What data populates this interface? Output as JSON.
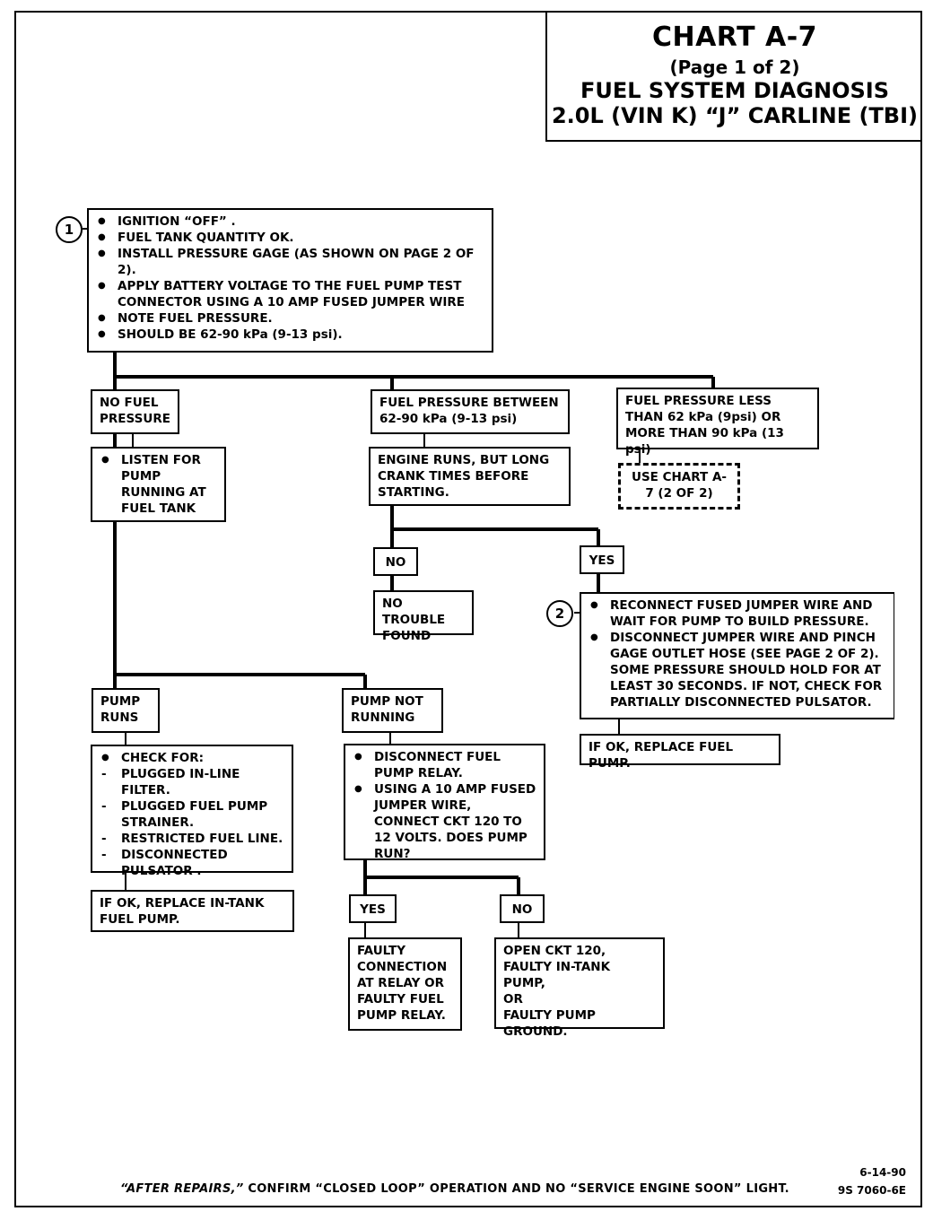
{
  "header": {
    "chart_id": "CHART A-7",
    "page": "(Page 1 of 2)",
    "title": "FUEL SYSTEM DIAGNOSIS",
    "subtitle": "2.0L  (VIN K)  “J”  CARLINE  (TBI)"
  },
  "step1": {
    "number": "1",
    "items": [
      "IGNITION “OFF” .",
      "FUEL TANK QUANTITY OK.",
      "INSTALL PRESSURE GAGE  (AS SHOWN ON PAGE 2 OF 2).",
      "APPLY BATTERY VOLTAGE TO THE FUEL PUMP TEST CONNECTOR USING A 10 AMP FUSED JUMPER WIRE",
      "NOTE FUEL PRESSURE.",
      "SHOULD BE 62-90 kPa (9-13 psi)."
    ]
  },
  "branch_no_pressure": {
    "label": "NO FUEL PRESSURE",
    "action": "LISTEN FOR PUMP RUNNING AT FUEL TANK",
    "pump_runs": {
      "label": "PUMP RUNS",
      "check_title": "CHECK FOR:",
      "checks": [
        "PLUGGED IN-LINE FILTER.",
        "PLUGGED FUEL PUMP STRAINER.",
        "RESTRICTED FUEL LINE.",
        "DISCONNECTED PULSATOR ."
      ],
      "result": "IF OK, REPLACE IN-TANK FUEL PUMP."
    },
    "pump_not_running": {
      "label": "PUMP NOT RUNNING",
      "items": [
        "DISCONNECT FUEL PUMP RELAY.",
        "USING A 10 AMP FUSED JUMPER WIRE, CONNECT CKT 120 TO 12 VOLTS. DOES PUMP RUN?"
      ],
      "yes_label": "YES",
      "no_label": "NO",
      "yes_result": "FAULTY CONNECTION AT RELAY OR FAULTY FUEL PUMP RELAY.",
      "no_result_1": "OPEN CKT 120, FAULTY IN-TANK PUMP,",
      "no_result_2": "OR",
      "no_result_3": "FAULTY PUMP GROUND."
    }
  },
  "branch_normal": {
    "label": "FUEL PRESSURE BETWEEN 62-90 kPa (9-13 psi)",
    "question": "ENGINE RUNS, BUT LONG CRANK TIMES BEFORE STARTING.",
    "no_label": "NO",
    "yes_label": "YES",
    "no_result": "NO TROUBLE FOUND",
    "step2": {
      "number": "2",
      "items": [
        "RECONNECT FUSED JUMPER WIRE AND WAIT FOR PUMP TO BUILD PRESSURE.",
        "DISCONNECT JUMPER WIRE AND PINCH GAGE OUTLET HOSE (SEE PAGE 2 OF 2). SOME PRESSURE SHOULD HOLD FOR AT LEAST 30 SECONDS.  IF NOT, CHECK FOR PARTIALLY DISCONNECTED PULSATOR."
      ],
      "result": "IF OK, REPLACE FUEL PUMP."
    }
  },
  "branch_abnormal": {
    "label": "FUEL PRESSURE LESS THAN 62 kPa (9psi) OR MORE THAN 90 kPa (13 psi)",
    "action": "USE CHART A-7 (2 OF 2)"
  },
  "footer": {
    "after_repairs": "“AFTER REPAIRS,”",
    "text": " CONFIRM “CLOSED LOOP” OPERATION AND NO “SERVICE ENGINE SOON” LIGHT.",
    "date": "6-14-90",
    "code": "9S 7060-6E"
  }
}
